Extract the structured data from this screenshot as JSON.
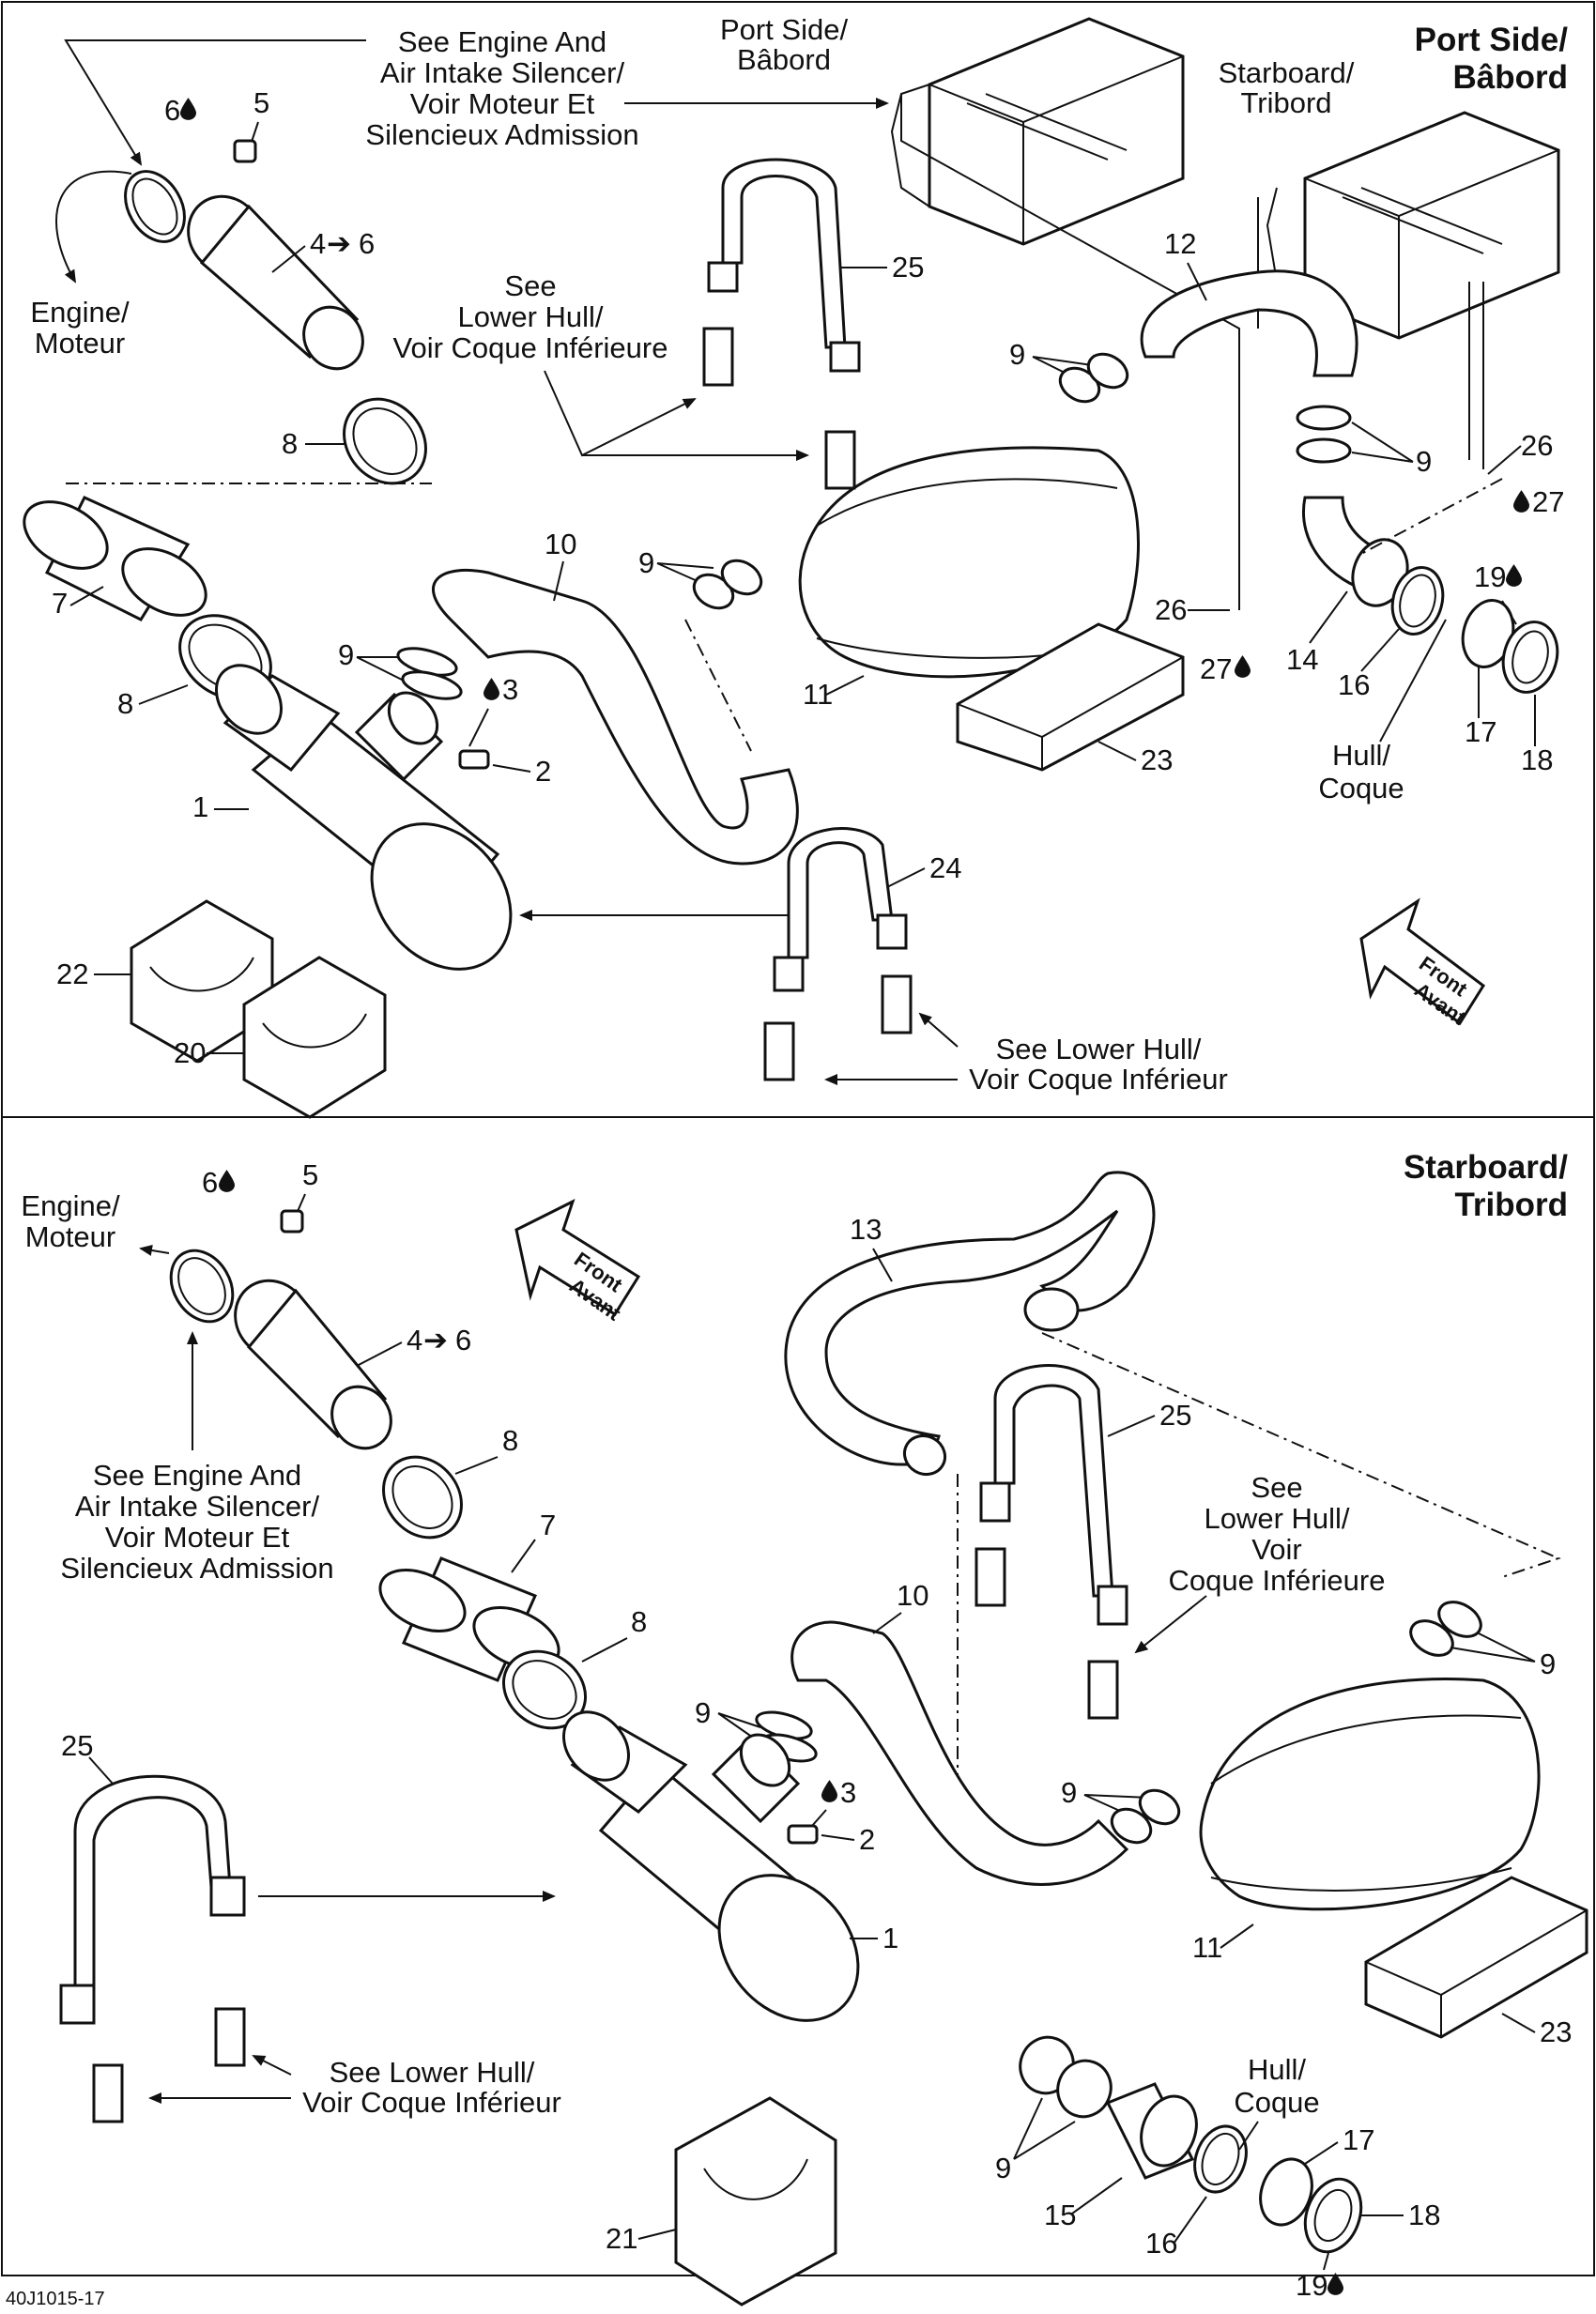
{
  "titles": {
    "top": [
      "Port Side/",
      "Bâbord"
    ],
    "bottom": [
      "Starboard/",
      "Tribord"
    ]
  },
  "top_section": {
    "note_engine_silencer": [
      "See Engine And",
      "Air Intake Silencer/",
      "Voir Moteur Et",
      "Silencieux Admission"
    ],
    "port_side": [
      "Port Side/",
      "Bâbord"
    ],
    "starboard": [
      "Starboard/",
      "Tribord"
    ],
    "engine": [
      "Engine/",
      "Moteur"
    ],
    "see_lower_hull": [
      "See",
      "Lower Hull/",
      "Voir Coque Inférieure"
    ],
    "see_lower_hull_2": [
      "See Lower Hull/",
      "Voir Coque Inférieur"
    ],
    "hull": [
      "Hull/",
      "Coque"
    ],
    "front": [
      "Front",
      "Avant"
    ],
    "parts": {
      "p6": "6",
      "p5": "5",
      "p4": "4",
      "p4b": "6",
      "p8a": "8",
      "p7": "7",
      "p8b": "8",
      "p1": "1",
      "p9a": "9",
      "p3": "3",
      "p2": "2",
      "p10": "10",
      "p9b": "9",
      "p11": "11",
      "p12": "12",
      "p9c": "9",
      "p9d": "9",
      "p25": "25",
      "p26a": "26",
      "p27a": "27",
      "p26b": "26",
      "p27b": "27",
      "p14": "14",
      "p16": "16",
      "p17": "17",
      "p18": "18",
      "p19": "19",
      "p23": "23",
      "p24": "24",
      "p22": "22",
      "p20": "20"
    }
  },
  "bottom_section": {
    "engine": [
      "Engine/",
      "Moteur"
    ],
    "note_engine_silencer": [
      "See Engine And",
      "Air Intake Silencer/",
      "Voir Moteur Et",
      "Silencieux Admission"
    ],
    "see_lower_hull": [
      "See",
      "Lower Hull/",
      "Voir",
      "Coque Inférieure"
    ],
    "see_lower_hull_2": [
      "See Lower Hull/",
      "Voir Coque Inférieur"
    ],
    "hull": [
      "Hull/",
      "Coque"
    ],
    "front": [
      "Front",
      "Avant"
    ],
    "parts": {
      "p6": "6",
      "p5": "5",
      "p4": "4",
      "p4b": "6",
      "p8a": "8",
      "p7": "7",
      "p8b": "8",
      "p13": "13",
      "p25a": "25",
      "p10": "10",
      "p9a": "9",
      "p9b": "9",
      "p9c": "9",
      "p3": "3",
      "p2": "2",
      "p25b": "25",
      "p1": "1",
      "p11": "11",
      "p23": "23",
      "p9d": "9",
      "p15": "15",
      "p16": "16",
      "p17": "17",
      "p18": "18",
      "p19": "19",
      "p21": "21"
    }
  },
  "footer": {
    "code": "40J1015-17"
  }
}
